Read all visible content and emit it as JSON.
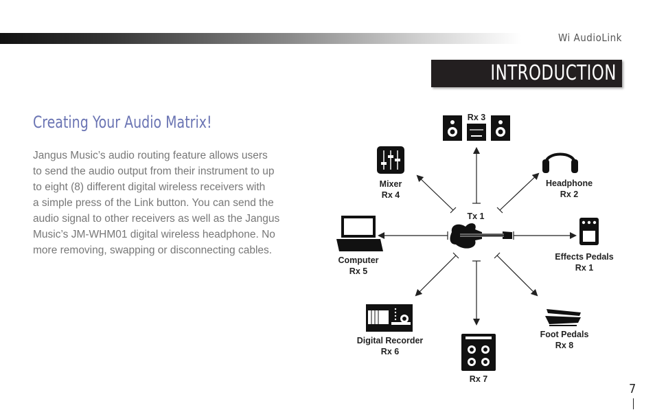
{
  "header": {
    "brand": "Wi AudioLink",
    "section_title": "INTRODUCTION"
  },
  "content": {
    "heading": "Creating Your Audio Matrix!",
    "body_lines": [
      "Jangus Music’s audio routing feature allows users",
      "to send the audio output from their instrument to up",
      "to eight (8) different digital wireless receivers with",
      "a simple press of the Link button. You can send the",
      "audio signal to other receivers  as well as the  Jangus",
      "Music’s JM-WHM01 digital wireless headphone.  No",
      "more removing, swapping or disconnecting cables."
    ]
  },
  "diagram": {
    "transmitter": "Tx 1",
    "receivers": {
      "rx3": {
        "label": "Rx 3"
      },
      "mixer": {
        "name": "Mixer",
        "rx": "Rx 4"
      },
      "headphone": {
        "name": "Headphone",
        "rx": "Rx 2"
      },
      "computer": {
        "name": "Computer",
        "rx": "Rx 5"
      },
      "effects": {
        "name": "Effects Pedals",
        "rx": "Rx 1"
      },
      "recorder": {
        "name": "Digital Recorder",
        "rx": "Rx 6"
      },
      "rx7": {
        "label": "Rx 7"
      },
      "foot": {
        "name": "Foot Pedals",
        "rx": "Rx 8"
      }
    }
  },
  "footer": {
    "page_number": "7"
  }
}
